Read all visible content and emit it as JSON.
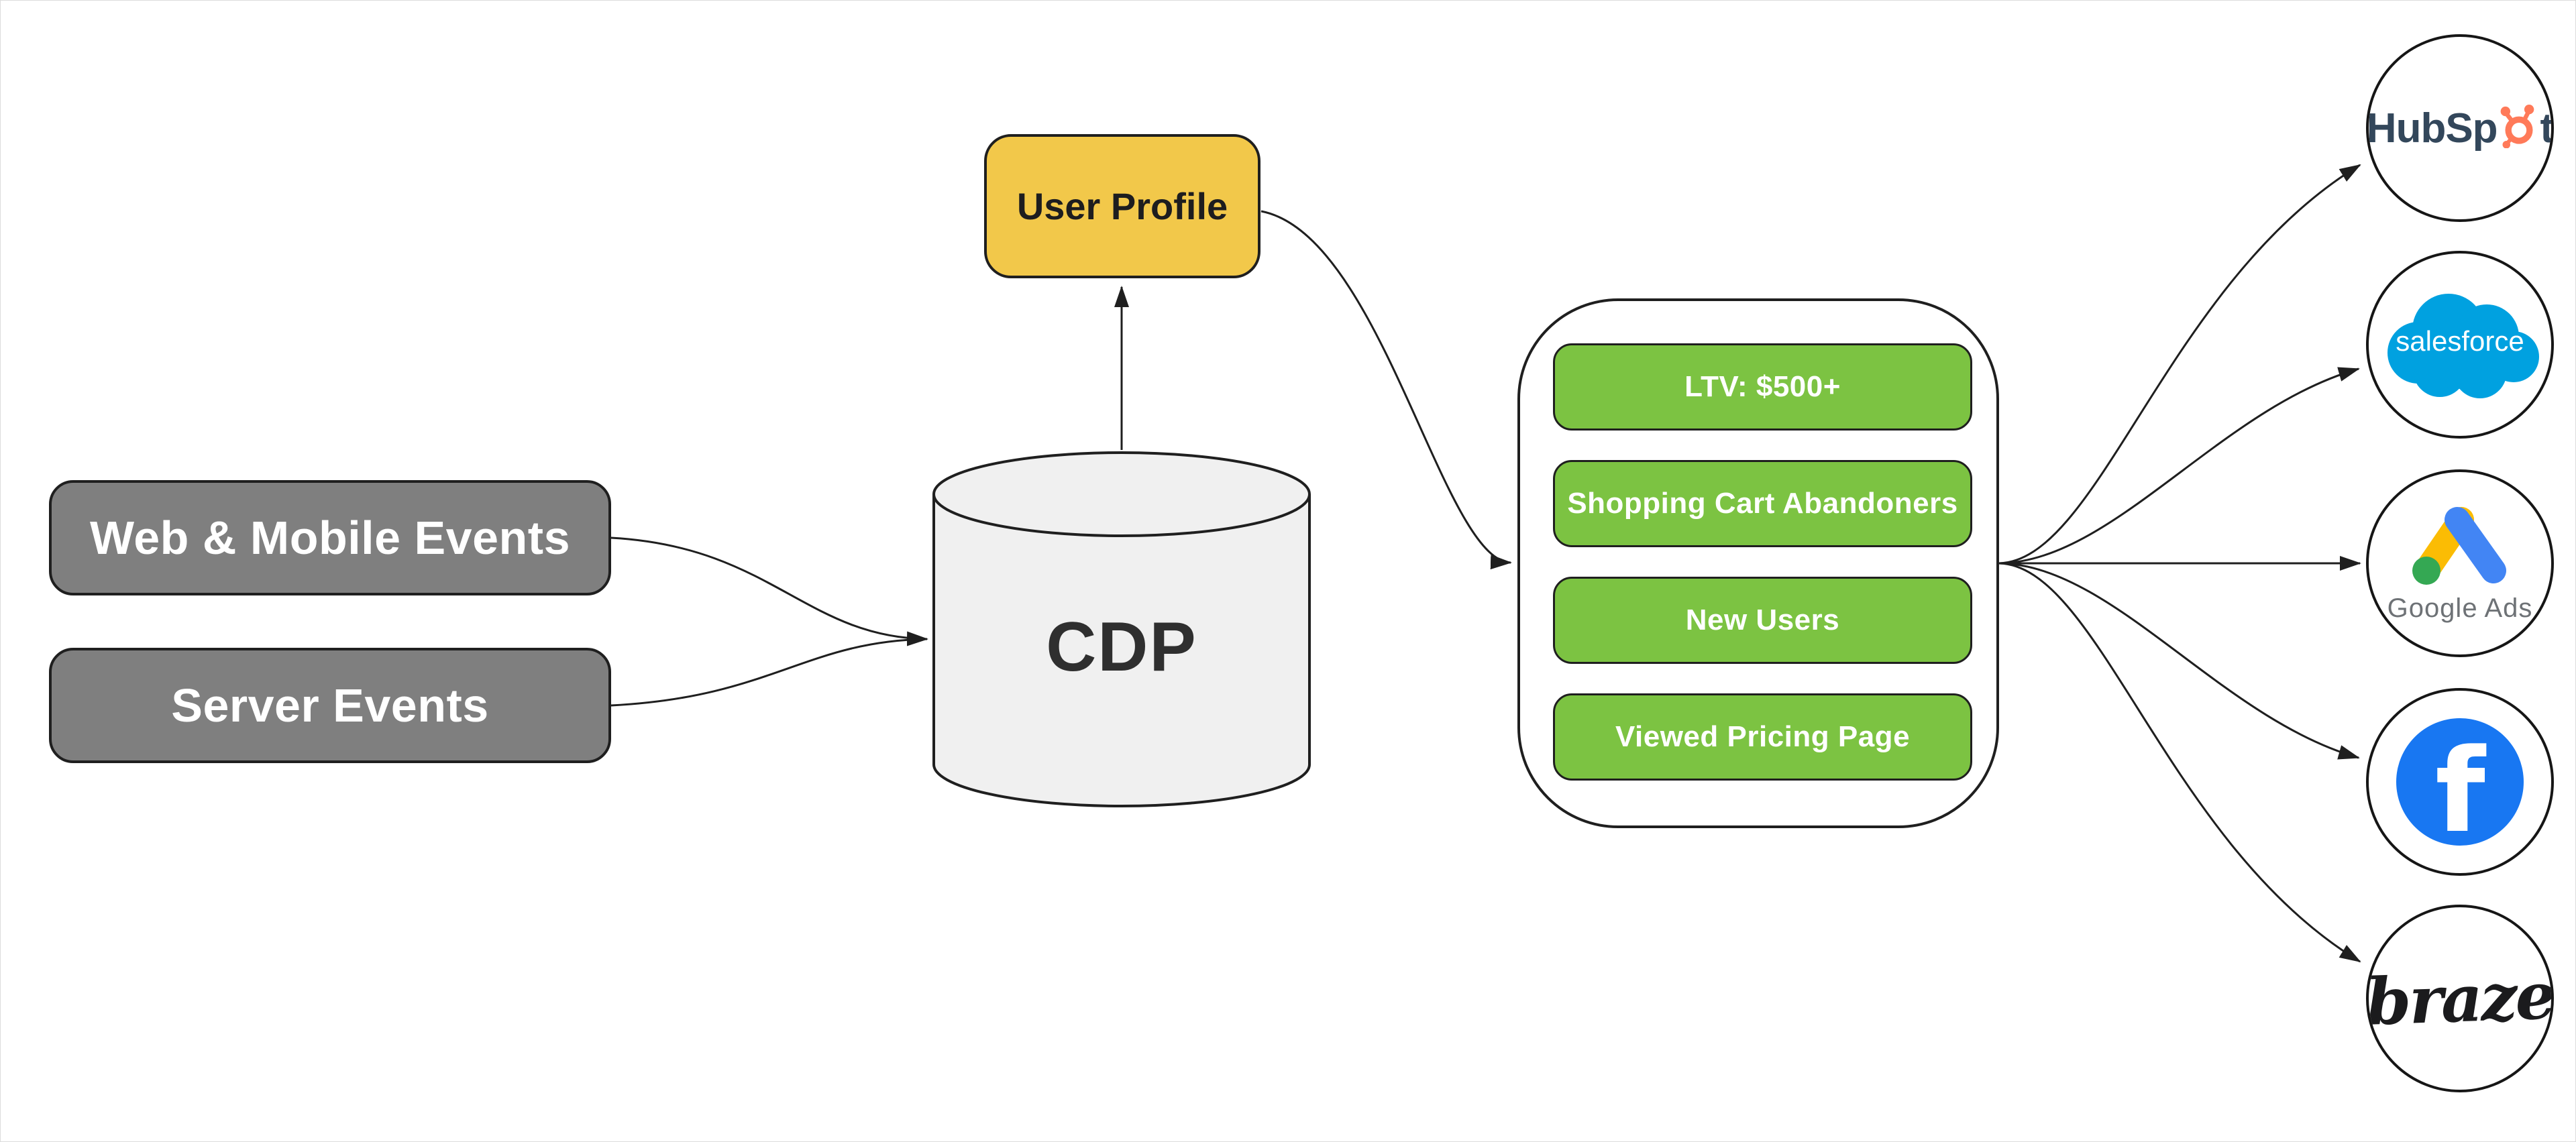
{
  "diagram": {
    "sources": [
      {
        "label": "Web & Mobile Events"
      },
      {
        "label": "Server Events"
      }
    ],
    "cdp_label": "CDP",
    "user_profile_label": "User Profile",
    "segments": [
      {
        "label": "LTV: $500+"
      },
      {
        "label": "Shopping Cart Abandoners"
      },
      {
        "label": "New Users"
      },
      {
        "label": "Viewed Pricing Page"
      }
    ],
    "destinations": {
      "hubspot": {
        "wordmark_left": "HubSp",
        "wordmark_right": "t"
      },
      "salesforce": {
        "wordmark": "salesforce"
      },
      "google_ads": {
        "caption": "Google Ads"
      },
      "facebook": {
        "glyph": "f"
      },
      "braze": {
        "wordmark": "braze"
      }
    },
    "colors": {
      "source_fill": "#7F7F7F",
      "profile_fill": "#F2C84A",
      "segment_fill": "#7CC342",
      "cylinder_fill": "#F0F0F0",
      "container_fill": "#FFFFFF",
      "stroke": "#1F1F1F",
      "label_white": "#FFFFFF",
      "hubspot_navy": "#33475B",
      "hubspot_orange": "#FF7A59",
      "salesforce_blue": "#00A1E0",
      "facebook_blue": "#1877F2",
      "google_blue": "#4285F4",
      "google_yellow": "#FBBC04",
      "google_green": "#34A853",
      "google_text_gray": "#6E7276"
    }
  }
}
